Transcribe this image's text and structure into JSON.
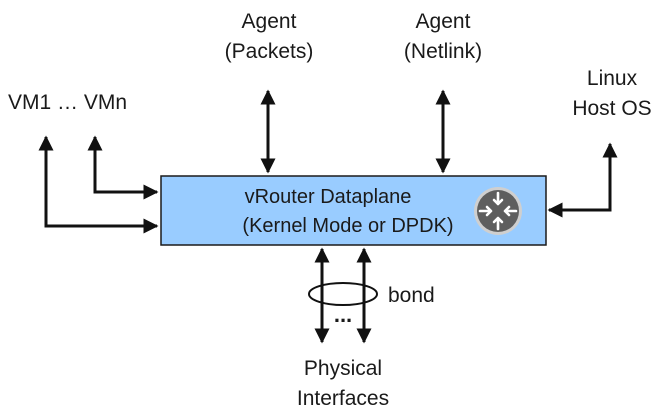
{
  "labels": {
    "agent_packets": [
      "Agent",
      "(Packets)"
    ],
    "agent_netlink": [
      "Agent",
      "(Netlink)"
    ],
    "vms": "VM1 … VMn",
    "linux_host": [
      "Linux",
      "Host OS"
    ],
    "vrouter": [
      "vRouter Dataplane",
      "(Kernel Mode or DPDK)"
    ],
    "bond": "bond",
    "bond_ellipsis": "...",
    "physical": [
      "Physical",
      "Interfaces"
    ]
  },
  "colors": {
    "box_fill": "#99ccff",
    "box_stroke": "#1a1a1a",
    "arrow": "#111111",
    "router_icon_bg": "#5e5e5e",
    "router_icon_ring": "#cfcfcf",
    "router_icon_arrows": "#ffffff"
  },
  "icon": "router-icon"
}
